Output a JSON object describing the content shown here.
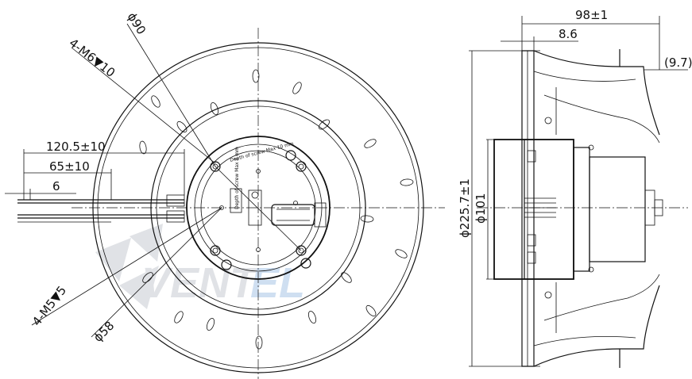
{
  "front_view": {
    "dimensions": {
      "pcd_90": "ϕ90",
      "thread_m6": "4-M6▼10",
      "cable_length_120": "120.5±10",
      "cable_length_65": "65±10",
      "strip_length_6": "6",
      "thread_m5": "4-M5▼5",
      "pcd_58": "ϕ58"
    },
    "label_texts": {
      "label_top": "Depth of screw Max 10 mm",
      "label_side": "Depth of screw Max 5 mm"
    }
  },
  "side_view": {
    "dimensions": {
      "overall_depth": "98±1",
      "flange_offset": "8.6",
      "inlet_gap": "(9.7)",
      "impeller_diameter": "ϕ225.7±1",
      "motor_diameter": "ϕ101"
    }
  },
  "watermark": {
    "text_a": "VENT",
    "text_b": "EL",
    "color_a": "#c8ccd2",
    "color_b": "#a9c6e6"
  },
  "colors": {
    "line": "#111111",
    "background": "#ffffff"
  }
}
